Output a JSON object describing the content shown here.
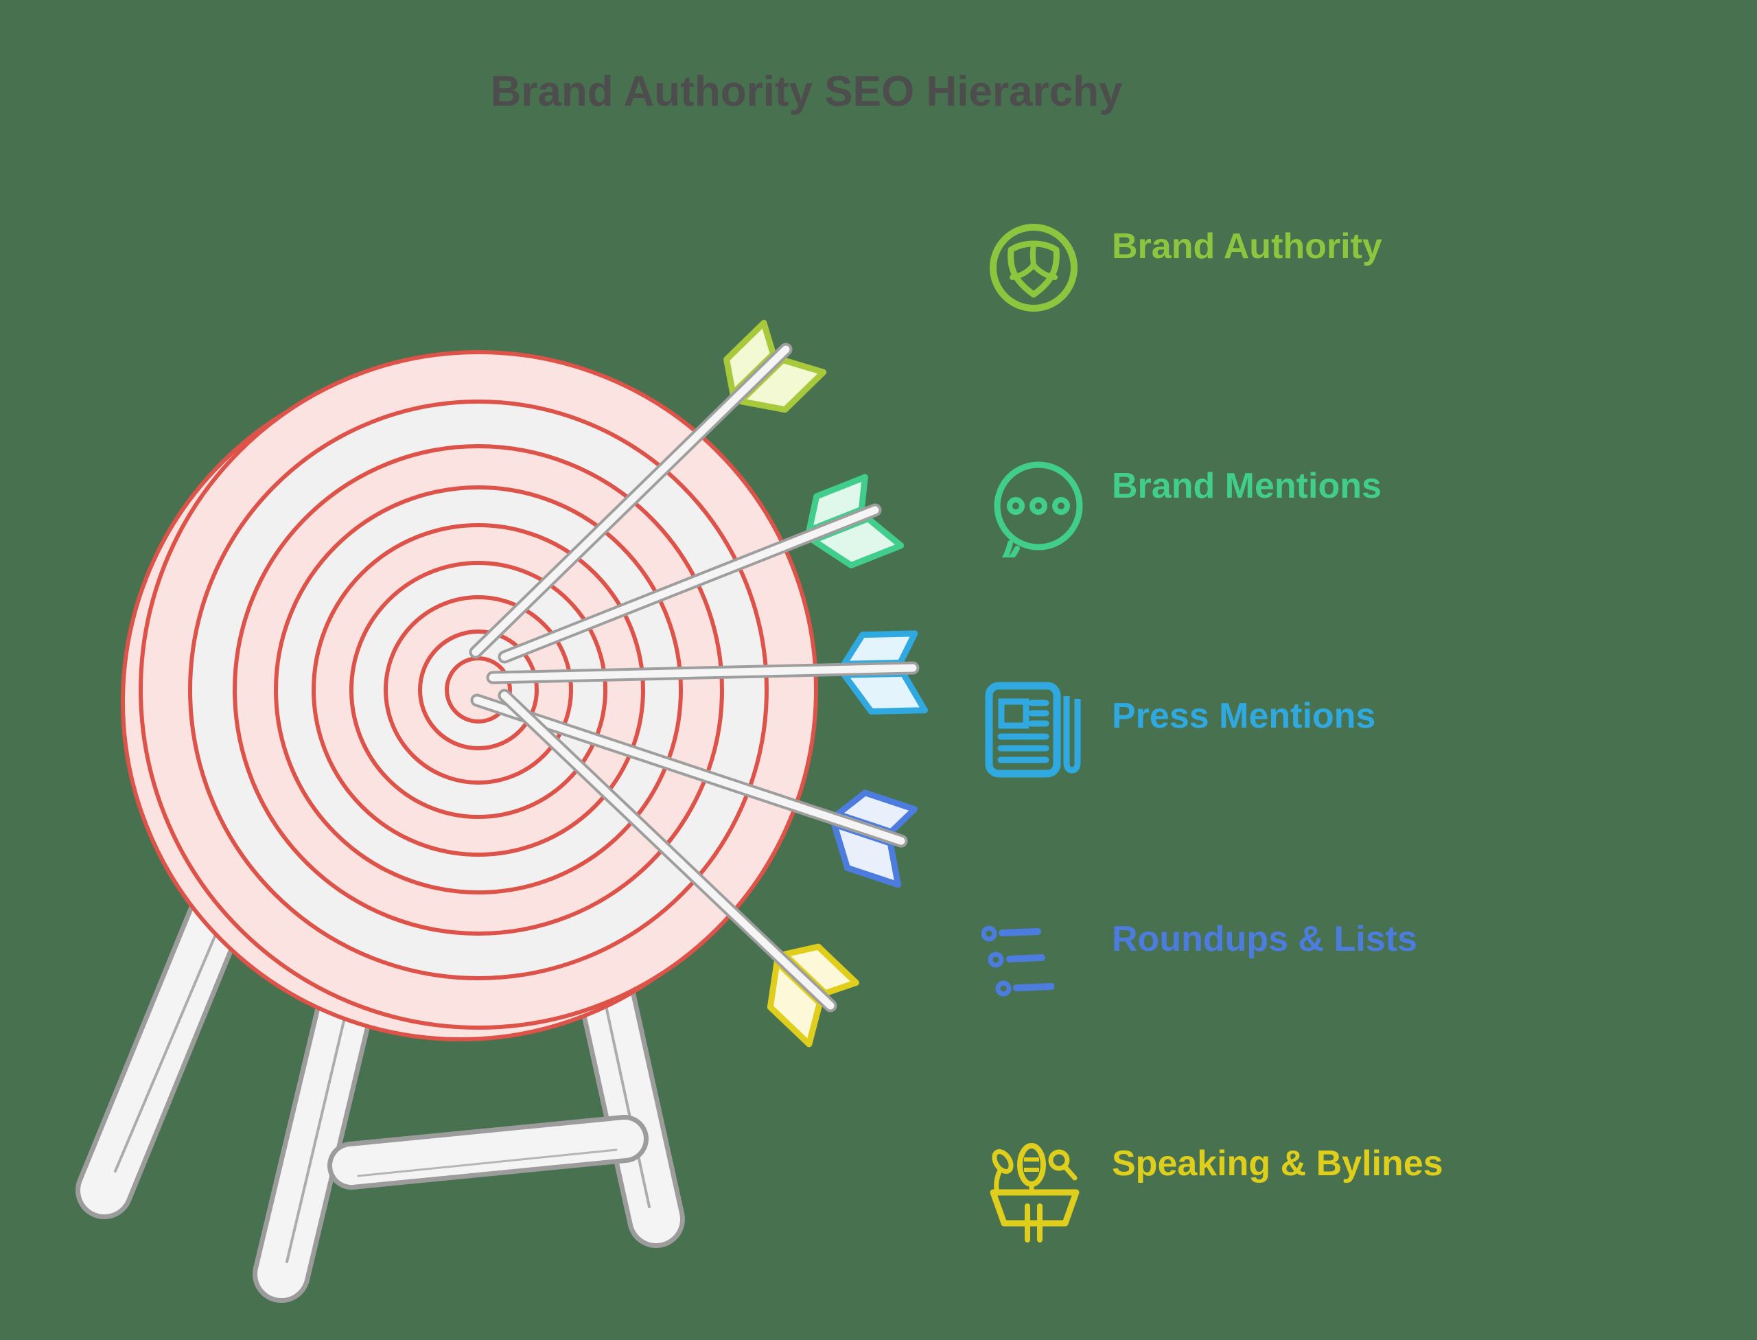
{
  "title": {
    "text": "Brand Authority SEO Hierarchy",
    "color": "#4D4D4D"
  },
  "background_color": "#47714F",
  "legend": {
    "items": [
      {
        "id": "brand-authority",
        "label": "Brand Authority",
        "color": "#8CC63F",
        "icon": "shield-badge-icon"
      },
      {
        "id": "brand-mentions",
        "label": "Brand Mentions",
        "color": "#41CE8C",
        "icon": "speech-bubble-icon"
      },
      {
        "id": "press-mentions",
        "label": "Press Mentions",
        "color": "#2FA9DF",
        "icon": "newspaper-icon"
      },
      {
        "id": "roundups-lists",
        "label": "Roundups & Lists",
        "color": "#4C7CDE",
        "icon": "bullet-list-icon"
      },
      {
        "id": "speaking-bylines",
        "label": "Speaking & Bylines",
        "color": "#E0CE1C",
        "icon": "podium-mic-icon"
      }
    ]
  },
  "illustration": {
    "target": {
      "ring_count": 9,
      "pink": "#FBE3E1",
      "white": "#F2F1F1",
      "ring_stroke": "#DE5349",
      "stand_fill": "#F5F4F4",
      "stand_stroke": "#9C9C9C",
      "shaft_fill": "#F5F5F5",
      "shaft_stroke": "#9E9E9E"
    },
    "arrows": [
      {
        "name": "lime-arrow",
        "stroke": "#A8C93C",
        "fill": "#F3F9D3"
      },
      {
        "name": "emerald-arrow",
        "stroke": "#41CE8C",
        "fill": "#E0F8EC"
      },
      {
        "name": "cyan-arrow",
        "stroke": "#2FA9DF",
        "fill": "#E3F4FC"
      },
      {
        "name": "blue-arrow",
        "stroke": "#4C7CDE",
        "fill": "#E9F0FB"
      },
      {
        "name": "yellow-arrow",
        "stroke": "#E0CE1C",
        "fill": "#FCF8D8"
      }
    ]
  }
}
